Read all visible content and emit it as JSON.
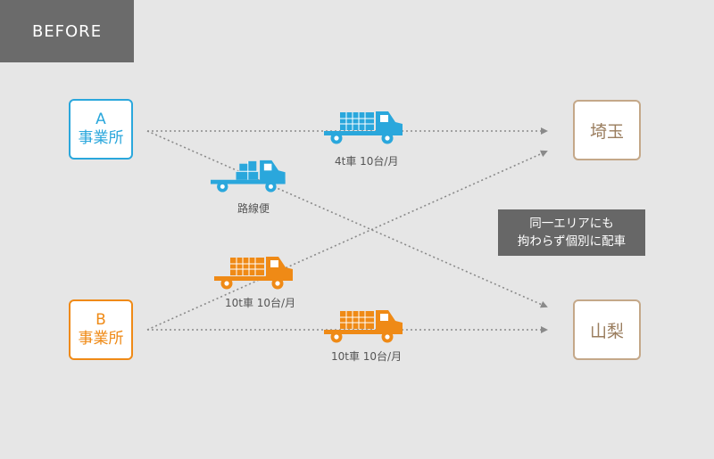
{
  "tag": "BEFORE",
  "origins": [
    {
      "letter": "A",
      "name": "事業所",
      "color": "#2aa7dc"
    },
    {
      "letter": "B",
      "name": "事業所",
      "color": "#ef8a16"
    }
  ],
  "destinations": [
    {
      "name": "埼玉"
    },
    {
      "name": "山梨"
    }
  ],
  "routes": [
    {
      "label": "4t車 10台/月",
      "truck_color": "#2aa7dc"
    },
    {
      "label": "路線便",
      "truck_color": "#2aa7dc"
    },
    {
      "label": "10t車 10台/月",
      "truck_color": "#ef8a16"
    },
    {
      "label": "10t車 10台/月",
      "truck_color": "#ef8a16"
    }
  ],
  "note": {
    "line1": "同一エリアにも",
    "line2": "拘わらず個別に配車"
  },
  "colors": {
    "line": "#8a8a8a",
    "dest_border": "#c4a889",
    "dest_text": "#9a7d5e"
  }
}
